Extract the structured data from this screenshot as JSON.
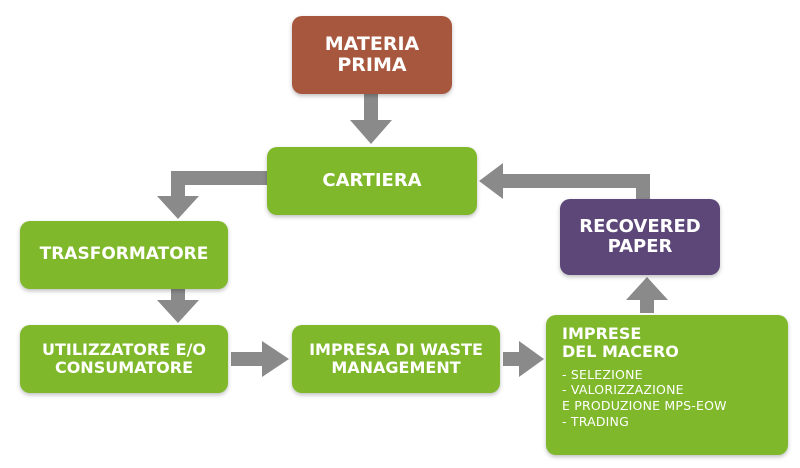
{
  "nodes": {
    "materia_prima": "MATERIA\nPRIMA",
    "cartiera": "CARTIERA",
    "trasformatore": "TRASFORMATORE",
    "recovered_paper": "RECOVERED\nPAPER",
    "utilizzatore": "UTILIZZATORE E/O\nCONSUMATORE",
    "waste_management": "IMPRESA DI WASTE\nMANAGEMENT",
    "macero": {
      "title": "IMPRESE\nDEL MACERO",
      "items": [
        "- SELEZIONE",
        "- VALORIZZAZIONE\n  E PRODUZIONE MPS-EOW",
        "- TRADING"
      ]
    }
  },
  "colors": {
    "green": "#7fb82a",
    "brown": "#a8573f",
    "purple": "#5d4778",
    "arrow": "#8a8a8a"
  }
}
